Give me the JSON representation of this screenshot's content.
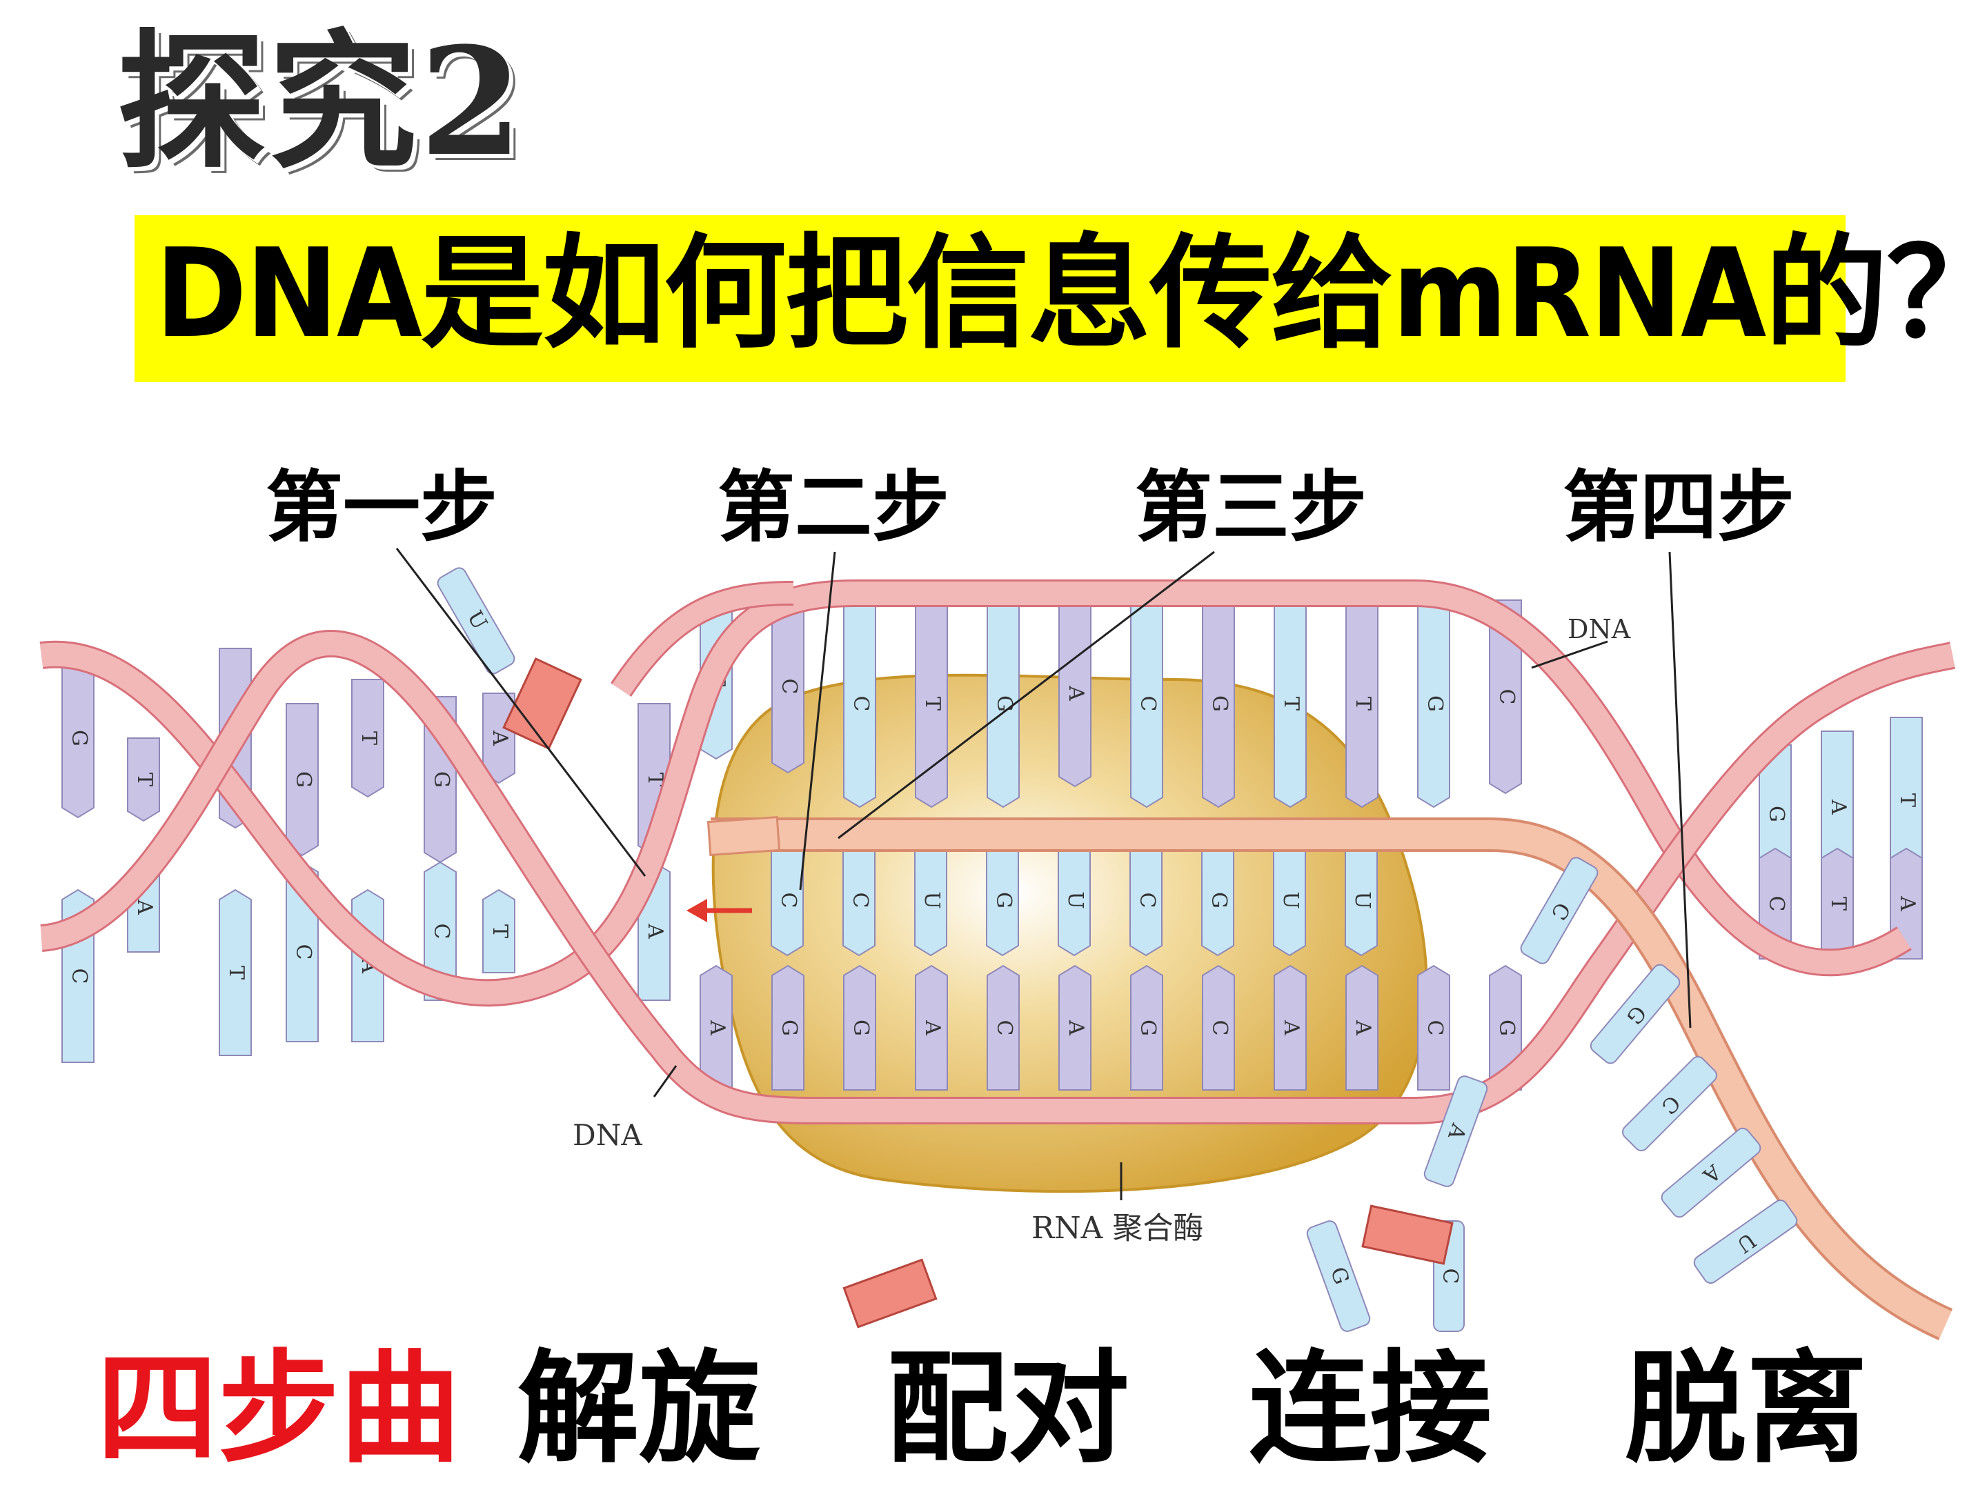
{
  "heading": "探究2",
  "question": "DNA是如何把信息传给mRNA的？",
  "steps": [
    "第一步",
    "第二步",
    "第三步",
    "第四步"
  ],
  "phases": {
    "title": "四步曲",
    "items": [
      "解旋",
      "配对",
      "连接",
      "脱离"
    ]
  },
  "diagram": {
    "dna_label": "DNA",
    "enzyme_label": "RNA 聚合酶",
    "left_top_bases": [
      "G",
      "T",
      "A",
      "G",
      "T",
      "G",
      "A",
      "T"
    ],
    "left_bottom_bases": [
      "C",
      "A",
      "T",
      "C",
      "A",
      "C",
      "T",
      "A"
    ],
    "bubble_top_bases": [
      "T",
      "C",
      "C",
      "T",
      "G",
      "A",
      "C",
      "G",
      "T",
      "T",
      "G",
      "C"
    ],
    "rna_bases": [
      "C",
      "C",
      "U",
      "G",
      "U",
      "C",
      "G",
      "U",
      "U"
    ],
    "bubble_bottom_bases": [
      "A",
      "G",
      "G",
      "A",
      "C",
      "A",
      "G",
      "C",
      "A",
      "A",
      "C",
      "G"
    ],
    "right_top_bases": [
      "T",
      "G",
      "A",
      "T"
    ],
    "right_bottom_bases": [
      "A",
      "C",
      "T",
      "A"
    ],
    "free_nucleotides": [
      "U",
      "A",
      "C",
      "G",
      "C",
      "A",
      "U",
      "C",
      "G"
    ],
    "colors": {
      "strand": "#f2b8b8",
      "strand_edge": "#d9707a",
      "base_purple": "#c9c3e6",
      "base_blue": "#c6e6f5",
      "base_edge": "#8f88b8",
      "enzyme": "#d9a63a",
      "rna_strand": "#f5c2aa",
      "primer": "#f08a7e",
      "question_bg": "#ffff00",
      "phase_title": "#e8141c"
    }
  }
}
